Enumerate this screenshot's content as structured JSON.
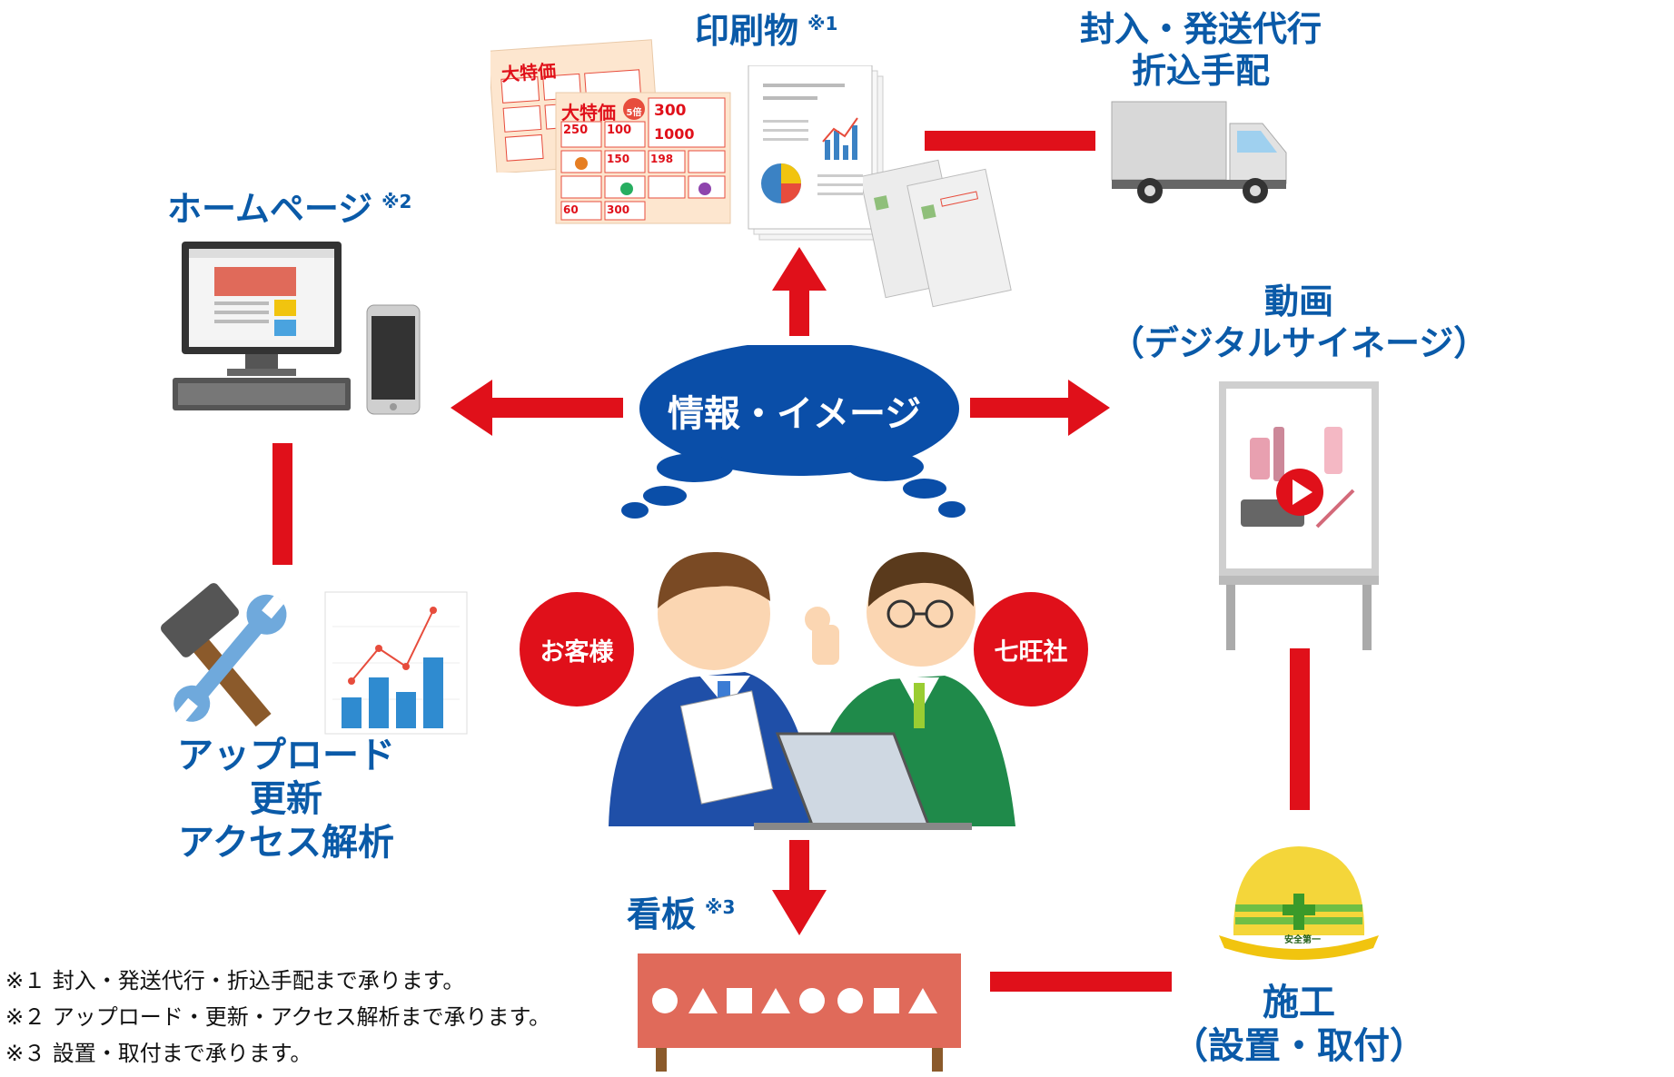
{
  "center": {
    "label": "情報・イメージ"
  },
  "nodes": {
    "print": {
      "title": "印刷物",
      "note": "※1"
    },
    "mailing": {
      "line1": "封入・発送代行",
      "line2": "折込手配"
    },
    "homepage": {
      "title": "ホームページ",
      "note": "※2"
    },
    "video": {
      "line1": "動画",
      "line2": "（デジタルサイネージ）"
    },
    "upload": {
      "line1": "アップロード",
      "line2": "更新",
      "line3": "アクセス解析"
    },
    "signboard": {
      "title": "看板",
      "note": "※3"
    },
    "construction": {
      "line1": "施工",
      "line2": "（設置・取付）"
    }
  },
  "badges": {
    "customer": "お客様",
    "company": "七旺社"
  },
  "flyer": {
    "headline": "大特価",
    "badge": "5倍",
    "prices": [
      "300",
      "1000",
      "250",
      "100",
      "150",
      "198",
      "60",
      "300"
    ]
  },
  "helmet": {
    "text": "安全第一"
  },
  "footnotes": [
    "※１ 封入・発送代行・折込手配まで承ります。",
    "※２ アップロード・更新・アクセス解析まで承ります。",
    "※３ 設置・取付まで承ります。"
  ],
  "colors": {
    "accent_red": "#e0101a",
    "label_blue": "#0a5aa8",
    "bubble_blue": "#0a4ea8"
  }
}
